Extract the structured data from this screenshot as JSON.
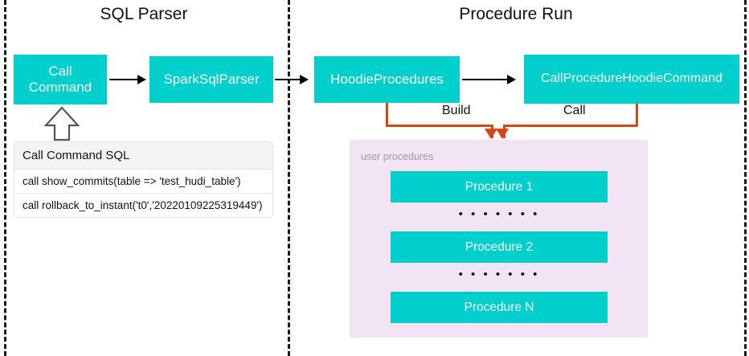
{
  "sections": {
    "left": {
      "title": "SQL Parser"
    },
    "right": {
      "title": "Procedure Run"
    }
  },
  "nodes": {
    "call_command": "Call\nCommand",
    "spark_sql_parser": "SparkSqlParser",
    "hoodie_procedures": "HoodieProcedures",
    "call_procedure_hoodie_command": "CallProcedureHoodieCommand"
  },
  "edges": {
    "build_label": "Build",
    "call_label": "Call"
  },
  "sql_card": {
    "header": "Call Command SQL",
    "rows": [
      "call show_commits(table => 'test_hudi_table')",
      "call rollback_to_instant('t0','20220109225319449')"
    ]
  },
  "user_procedures": {
    "caption": "user procedures",
    "items": [
      "Procedure 1",
      "Procedure 2",
      "Procedure N"
    ],
    "separator": "• • • • • • •"
  },
  "colors": {
    "node_teal": "#00CFCB",
    "panel_purple": "#F2E3F5",
    "connector_orange": "#D64716",
    "divider_black": "#1A1A1A",
    "text_white": "#FFFFFF",
    "caption_gray": "#9A9A9A"
  }
}
